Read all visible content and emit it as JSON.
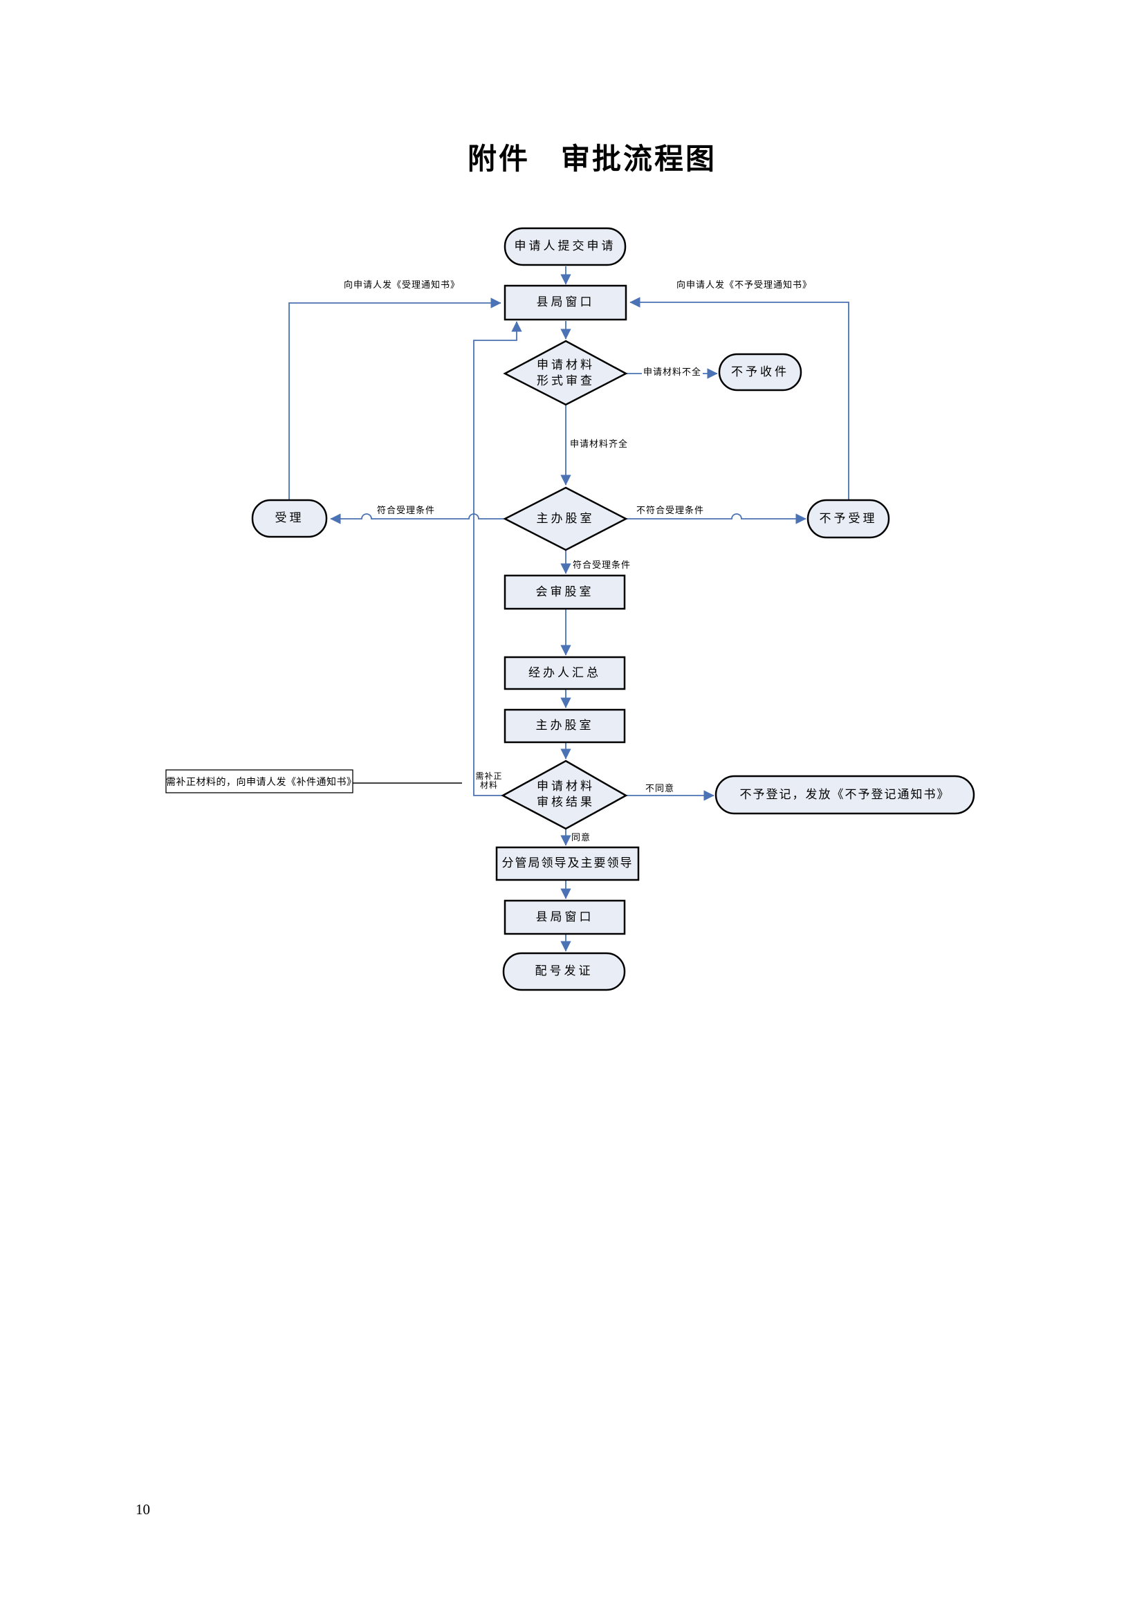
{
  "page": {
    "title": "附件　审批流程图",
    "page_number": "10"
  },
  "diagram": {
    "colors": {
      "node_fill": "#e9eef6",
      "node_border": "#000000",
      "connector": "#4a72b4",
      "note_fill": "#ffffff"
    },
    "nodes": {
      "start": "申请人提交申请",
      "county_window_top": "县局窗口",
      "form_check": "申请材料\n形式审查",
      "no_receive": "不予收件",
      "accept": "受理",
      "main_office_check": "主办股室",
      "no_accept": "不予受理",
      "joint_review": "会审股室",
      "handler_summary": "经办人汇总",
      "main_office": "主办股室",
      "review_result": "申请材料\n审核结果",
      "supplement_note": "需补正材料的，向申请人发《补件通知书》",
      "no_register": "不予登记，发放《不予登记通知书》",
      "leaders": "分管局领导及主要领导",
      "county_window_bottom": "县局窗口",
      "issue_cert": "配号发证"
    },
    "edge_labels": {
      "accept_notice": "向申请人发《受理通知书》",
      "reject_notice": "向申请人发《不予受理通知书》",
      "material_incomplete": "申请材料不全",
      "material_complete": "申请材料齐全",
      "meet_condition": "符合受理条件",
      "not_meet_condition": "不符合受理条件",
      "meet_condition2": "符合受理条件",
      "need_supplement": "需补正\n材料",
      "disagree": "不同意",
      "agree": "同意"
    }
  }
}
